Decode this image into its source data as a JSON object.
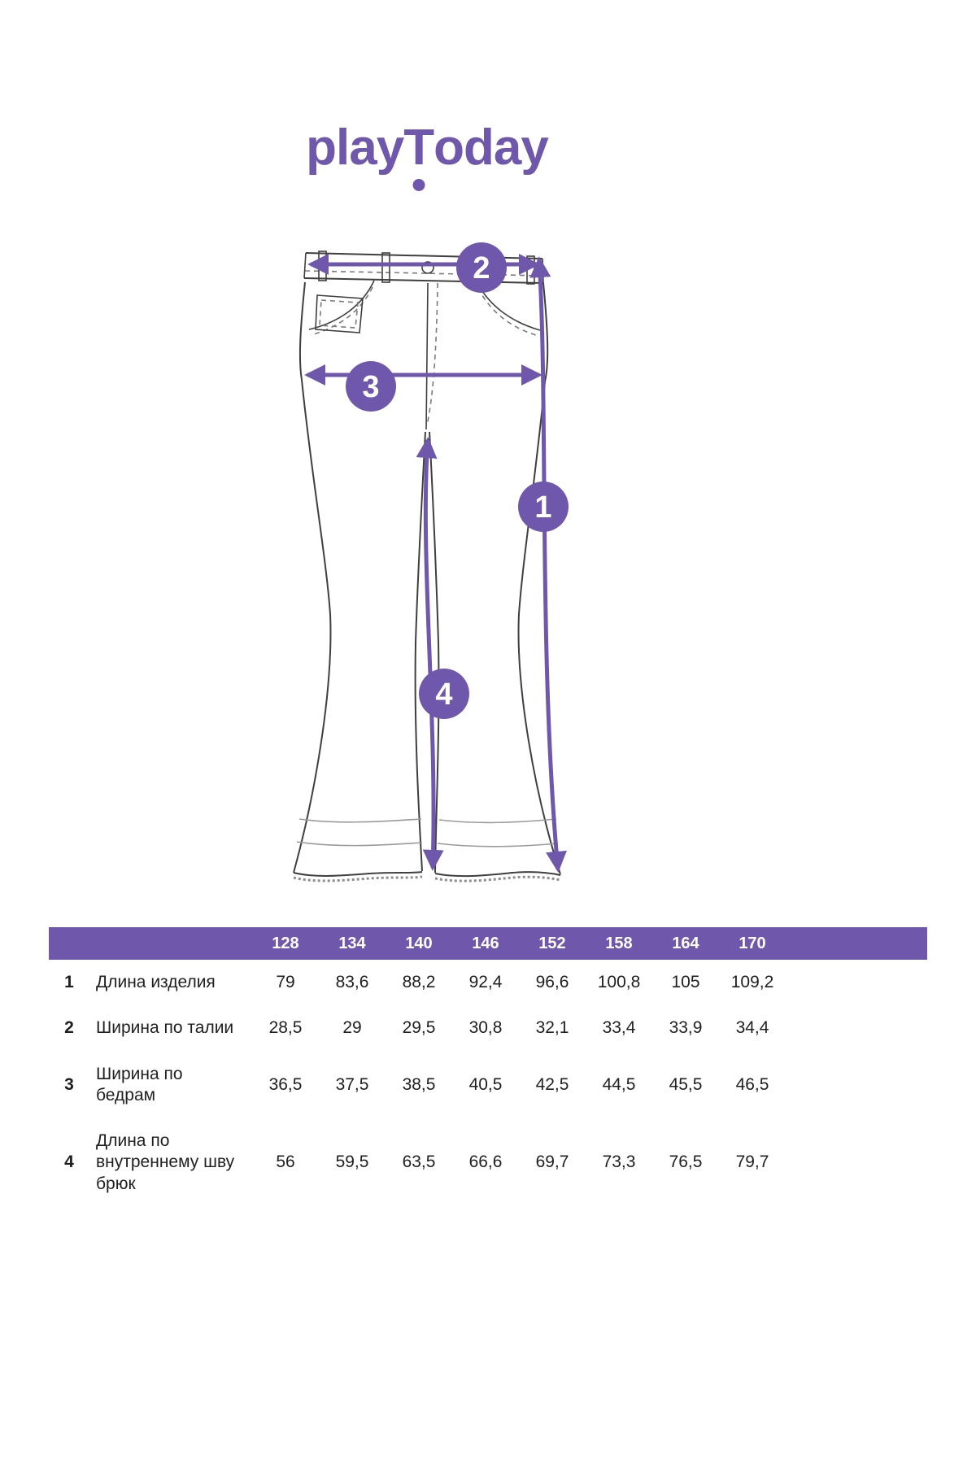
{
  "colors": {
    "accent": "#6f58ab",
    "ink": "#1f1f1f",
    "line": "#3f3f3f"
  },
  "logo": {
    "text_pre": "play",
    "text_t": "T",
    "text_post": "oday"
  },
  "diagram": {
    "markers": [
      {
        "n": "1"
      },
      {
        "n": "2"
      },
      {
        "n": "3"
      },
      {
        "n": "4"
      }
    ]
  },
  "table": {
    "sizes": [
      "128",
      "134",
      "140",
      "146",
      "152",
      "158",
      "164",
      "170"
    ],
    "rows": [
      {
        "num": "1",
        "label": "Длина изделия",
        "values": [
          "79",
          "83,6",
          "88,2",
          "92,4",
          "96,6",
          "100,8",
          "105",
          "109,2"
        ]
      },
      {
        "num": "2",
        "label": "Ширина по талии",
        "values": [
          "28,5",
          "29",
          "29,5",
          "30,8",
          "32,1",
          "33,4",
          "33,9",
          "34,4"
        ]
      },
      {
        "num": "3",
        "label": "Ширина по\nбедрам",
        "values": [
          "36,5",
          "37,5",
          "38,5",
          "40,5",
          "42,5",
          "44,5",
          "45,5",
          "46,5"
        ]
      },
      {
        "num": "4",
        "label": "Длина по\nвнутреннему шву\nбрюк",
        "values": [
          "56",
          "59,5",
          "63,5",
          "66,6",
          "69,7",
          "73,3",
          "76,5",
          "79,7"
        ]
      }
    ]
  }
}
